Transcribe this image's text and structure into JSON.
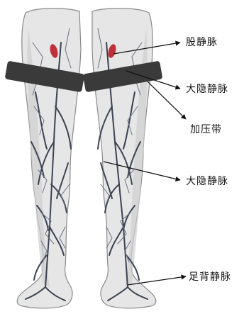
{
  "figure": {
    "labels": [
      {
        "id": "femoral",
        "text": "股静脉"
      },
      {
        "id": "gsv_upper",
        "text": "大隐静脉"
      },
      {
        "id": "tourniquet",
        "text": "加压带"
      },
      {
        "id": "gsv_lower",
        "text": "大隐静脉"
      },
      {
        "id": "dorsal_foot",
        "text": "足背静脉"
      }
    ],
    "colors": {
      "skin": "#e6e6e6",
      "skin_shade": "#c9c9c9",
      "vein": "#3c4352",
      "vein_light": "#6b7282",
      "tourniquet": "#3a3a3a",
      "puncture": "#c0303a",
      "leader": "#111111"
    },
    "icons": [
      "leg-anatomy-illustration",
      "tourniquet-band",
      "arrow-leader"
    ]
  }
}
